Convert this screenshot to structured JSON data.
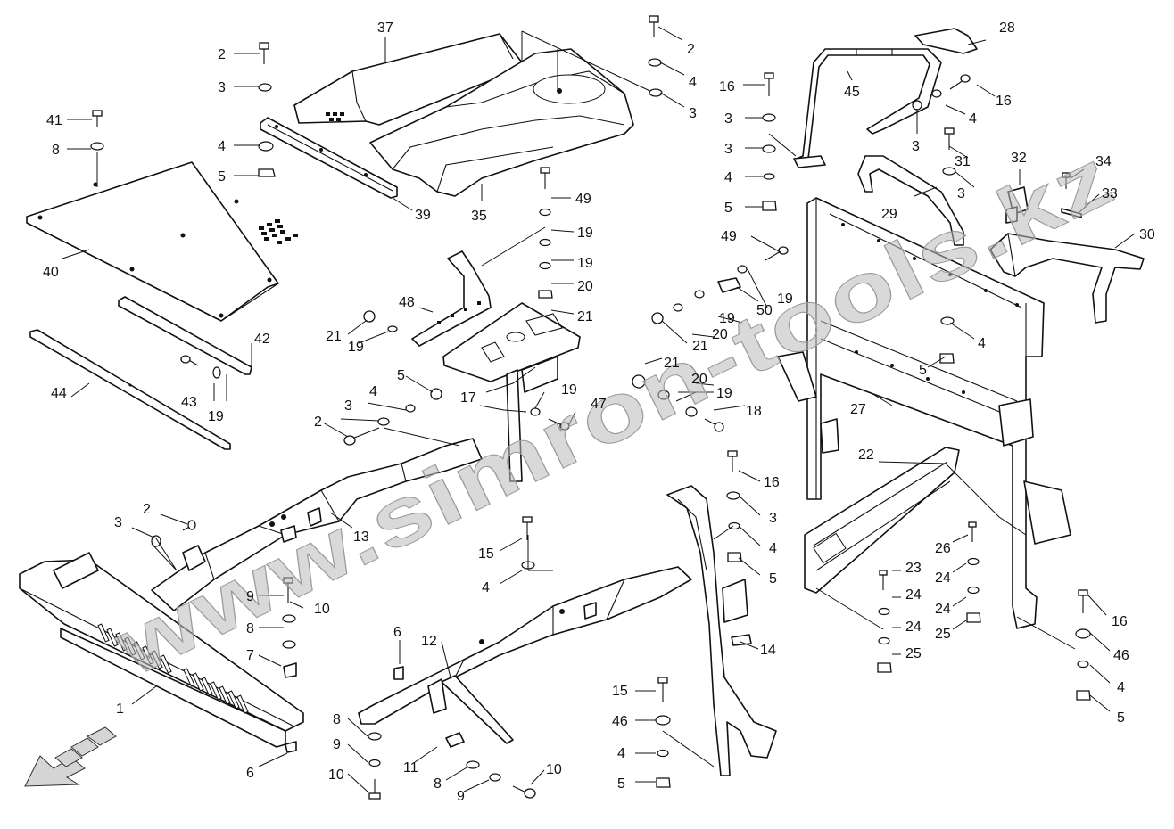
{
  "watermark": "www.simron-tools.kz",
  "callouts": [
    {
      "id": "c37a",
      "text": "37"
    },
    {
      "id": "c2a",
      "text": "2"
    },
    {
      "id": "c3a",
      "text": "3"
    },
    {
      "id": "c4a",
      "text": "4"
    },
    {
      "id": "c5a",
      "text": "5"
    },
    {
      "id": "c39",
      "text": "39"
    },
    {
      "id": "c35",
      "text": "35"
    },
    {
      "id": "c2b",
      "text": "2"
    },
    {
      "id": "c4b",
      "text": "4"
    },
    {
      "id": "c3b",
      "text": "3"
    },
    {
      "id": "c41",
      "text": "41"
    },
    {
      "id": "c8a",
      "text": "8"
    },
    {
      "id": "c40",
      "text": "40"
    },
    {
      "id": "c42",
      "text": "42"
    },
    {
      "id": "c44",
      "text": "44"
    },
    {
      "id": "c43",
      "text": "43"
    },
    {
      "id": "c19a",
      "text": "19"
    },
    {
      "id": "c49a",
      "text": "49"
    },
    {
      "id": "c19b",
      "text": "19"
    },
    {
      "id": "c19c",
      "text": "19"
    },
    {
      "id": "c20a",
      "text": "20"
    },
    {
      "id": "c21a",
      "text": "21"
    },
    {
      "id": "c48",
      "text": "48"
    },
    {
      "id": "c21b",
      "text": "21"
    },
    {
      "id": "c19d",
      "text": "19"
    },
    {
      "id": "c5b",
      "text": "5"
    },
    {
      "id": "c4c",
      "text": "4"
    },
    {
      "id": "c3c",
      "text": "3"
    },
    {
      "id": "c2c",
      "text": "2"
    },
    {
      "id": "c17",
      "text": "17"
    },
    {
      "id": "c19e",
      "text": "19"
    },
    {
      "id": "c47",
      "text": "47"
    },
    {
      "id": "c13",
      "text": "13"
    },
    {
      "id": "c2d",
      "text": "2"
    },
    {
      "id": "c3d",
      "text": "3"
    },
    {
      "id": "c15a",
      "text": "15"
    },
    {
      "id": "c4d",
      "text": "4"
    },
    {
      "id": "c16a",
      "text": "16"
    },
    {
      "id": "c3e",
      "text": "3"
    },
    {
      "id": "c3f",
      "text": "3"
    },
    {
      "id": "c4e",
      "text": "4"
    },
    {
      "id": "c5c",
      "text": "5"
    },
    {
      "id": "c49b",
      "text": "49"
    },
    {
      "id": "c50",
      "text": "50"
    },
    {
      "id": "c19f",
      "text": "19"
    },
    {
      "id": "c19g",
      "text": "19"
    },
    {
      "id": "c20b",
      "text": "20"
    },
    {
      "id": "c21c",
      "text": "21"
    },
    {
      "id": "c21d",
      "text": "21"
    },
    {
      "id": "c20c",
      "text": "20"
    },
    {
      "id": "c19h",
      "text": "19"
    },
    {
      "id": "c18",
      "text": "18"
    },
    {
      "id": "c45",
      "text": "45"
    },
    {
      "id": "c28",
      "text": "28"
    },
    {
      "id": "c16b",
      "text": "16"
    },
    {
      "id": "c4f",
      "text": "4"
    },
    {
      "id": "c3g",
      "text": "3"
    },
    {
      "id": "c31",
      "text": "31"
    },
    {
      "id": "c3h",
      "text": "3"
    },
    {
      "id": "c32",
      "text": "32"
    },
    {
      "id": "c34",
      "text": "34"
    },
    {
      "id": "c33",
      "text": "33"
    },
    {
      "id": "c29",
      "text": "29"
    },
    {
      "id": "c30",
      "text": "30"
    },
    {
      "id": "c4g",
      "text": "4"
    },
    {
      "id": "c5d",
      "text": "5"
    },
    {
      "id": "c27",
      "text": "27"
    },
    {
      "id": "c22",
      "text": "22"
    },
    {
      "id": "c16c",
      "text": "16"
    },
    {
      "id": "c3i",
      "text": "3"
    },
    {
      "id": "c4h",
      "text": "4"
    },
    {
      "id": "c5e",
      "text": "5"
    },
    {
      "id": "c26",
      "text": "26"
    },
    {
      "id": "c24a",
      "text": "24"
    },
    {
      "id": "c24b",
      "text": "24"
    },
    {
      "id": "c25a",
      "text": "25"
    },
    {
      "id": "c23",
      "text": "23"
    },
    {
      "id": "c24c",
      "text": "24"
    },
    {
      "id": "c24d",
      "text": "24"
    },
    {
      "id": "c25b",
      "text": "25"
    },
    {
      "id": "c16d",
      "text": "16"
    },
    {
      "id": "c46a",
      "text": "46"
    },
    {
      "id": "c4i",
      "text": "4"
    },
    {
      "id": "c5f",
      "text": "5"
    },
    {
      "id": "c14",
      "text": "14"
    },
    {
      "id": "c15b",
      "text": "15"
    },
    {
      "id": "c46b",
      "text": "46"
    },
    {
      "id": "c4j",
      "text": "4"
    },
    {
      "id": "c5g",
      "text": "5"
    },
    {
      "id": "c12",
      "text": "12"
    },
    {
      "id": "c6a",
      "text": "6"
    },
    {
      "id": "c9a",
      "text": "9"
    },
    {
      "id": "c10a",
      "text": "10"
    },
    {
      "id": "c8b",
      "text": "8"
    },
    {
      "id": "c7",
      "text": "7"
    },
    {
      "id": "c1",
      "text": "1"
    },
    {
      "id": "c6b",
      "text": "6"
    },
    {
      "id": "c8c",
      "text": "8"
    },
    {
      "id": "c9b",
      "text": "9"
    },
    {
      "id": "c10b",
      "text": "10"
    },
    {
      "id": "c11",
      "text": "11"
    },
    {
      "id": "c8d",
      "text": "8"
    },
    {
      "id": "c9c",
      "text": "9"
    },
    {
      "id": "c10c",
      "text": "10"
    }
  ]
}
